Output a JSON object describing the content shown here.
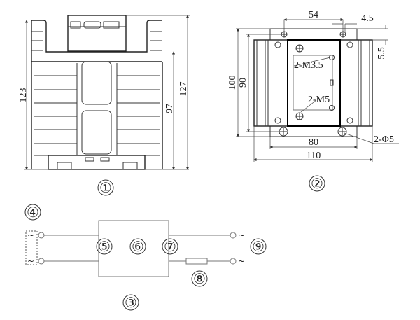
{
  "front_view": {
    "dims": {
      "height_total": "123",
      "height_body": "97",
      "height_overall": "127"
    },
    "label": "①"
  },
  "top_view": {
    "dims": {
      "hole_spacing": "54",
      "hole_offset": "4.5",
      "edge_offset": "5.5",
      "height_outer": "100",
      "height_holes": "90",
      "base_width": "80",
      "total_width": "110"
    },
    "callouts": {
      "terminal_screws": "2-M3.5",
      "load_screws": "2-M5",
      "mount_holes": "2-Φ5"
    },
    "label": "②"
  },
  "circuit": {
    "labels": {
      "c3": "③",
      "c4": "④",
      "c5": "⑤",
      "c6": "⑥",
      "c7": "⑦",
      "c8": "⑧",
      "c9": "⑨"
    },
    "ac_symbol": "~"
  }
}
